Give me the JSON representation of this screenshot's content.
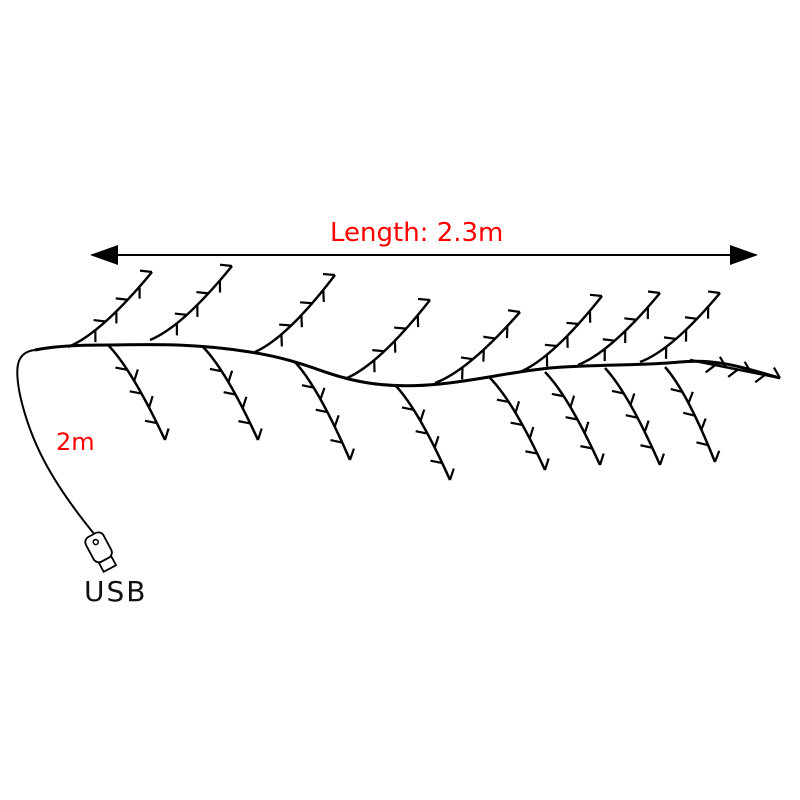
{
  "labels": {
    "length": "Length: 2.3m",
    "cable_length": "2m",
    "connector": "USB"
  },
  "colors": {
    "annotation": "#ff0000",
    "wire": "#000000"
  }
}
